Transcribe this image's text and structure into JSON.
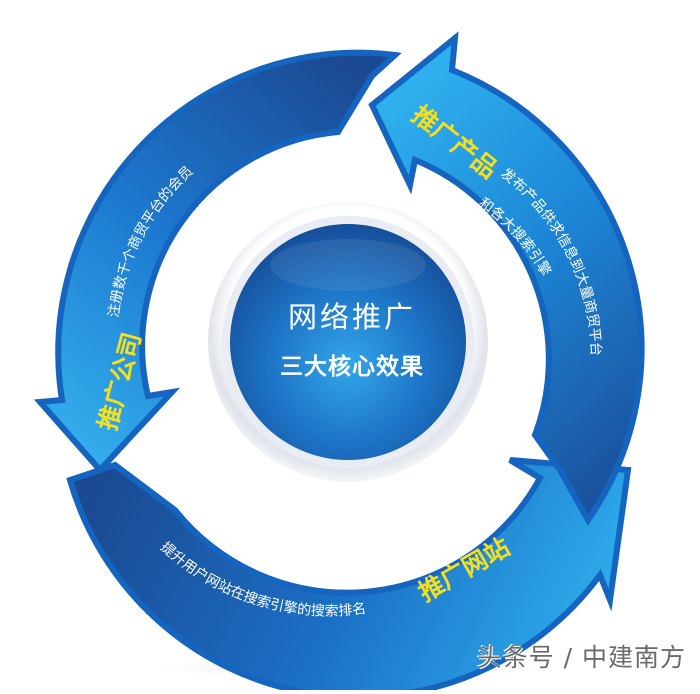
{
  "diagram": {
    "type": "cycle",
    "center": {
      "title": "网络推广",
      "subtitle": "三大核心效果"
    },
    "segments": [
      {
        "id": "product",
        "label": "推广产品",
        "description_line1": "发布产品供求信息到大量商贸平台",
        "description_line2": "和各大搜索引擎"
      },
      {
        "id": "company",
        "label": "推广公司",
        "description_line1": "注册数千个商贸平台的会员"
      },
      {
        "id": "website",
        "label": "推广网站",
        "description_line1": "提升用户网站在搜索引擎的搜索排名"
      }
    ],
    "flow_direction": "counterclockwise"
  },
  "colors": {
    "arrow_light": "#2aa3e6",
    "arrow_mid": "#1a78cc",
    "arrow_dark": "#1b4a93",
    "arrow_border": "#1565c0",
    "label_yellow": "#f7e01a",
    "text_white": "#ffffff",
    "center_blue": "#1f73c6",
    "watermark_gray": "#6a6a6a"
  },
  "watermark": "头条号 / 中建南方"
}
